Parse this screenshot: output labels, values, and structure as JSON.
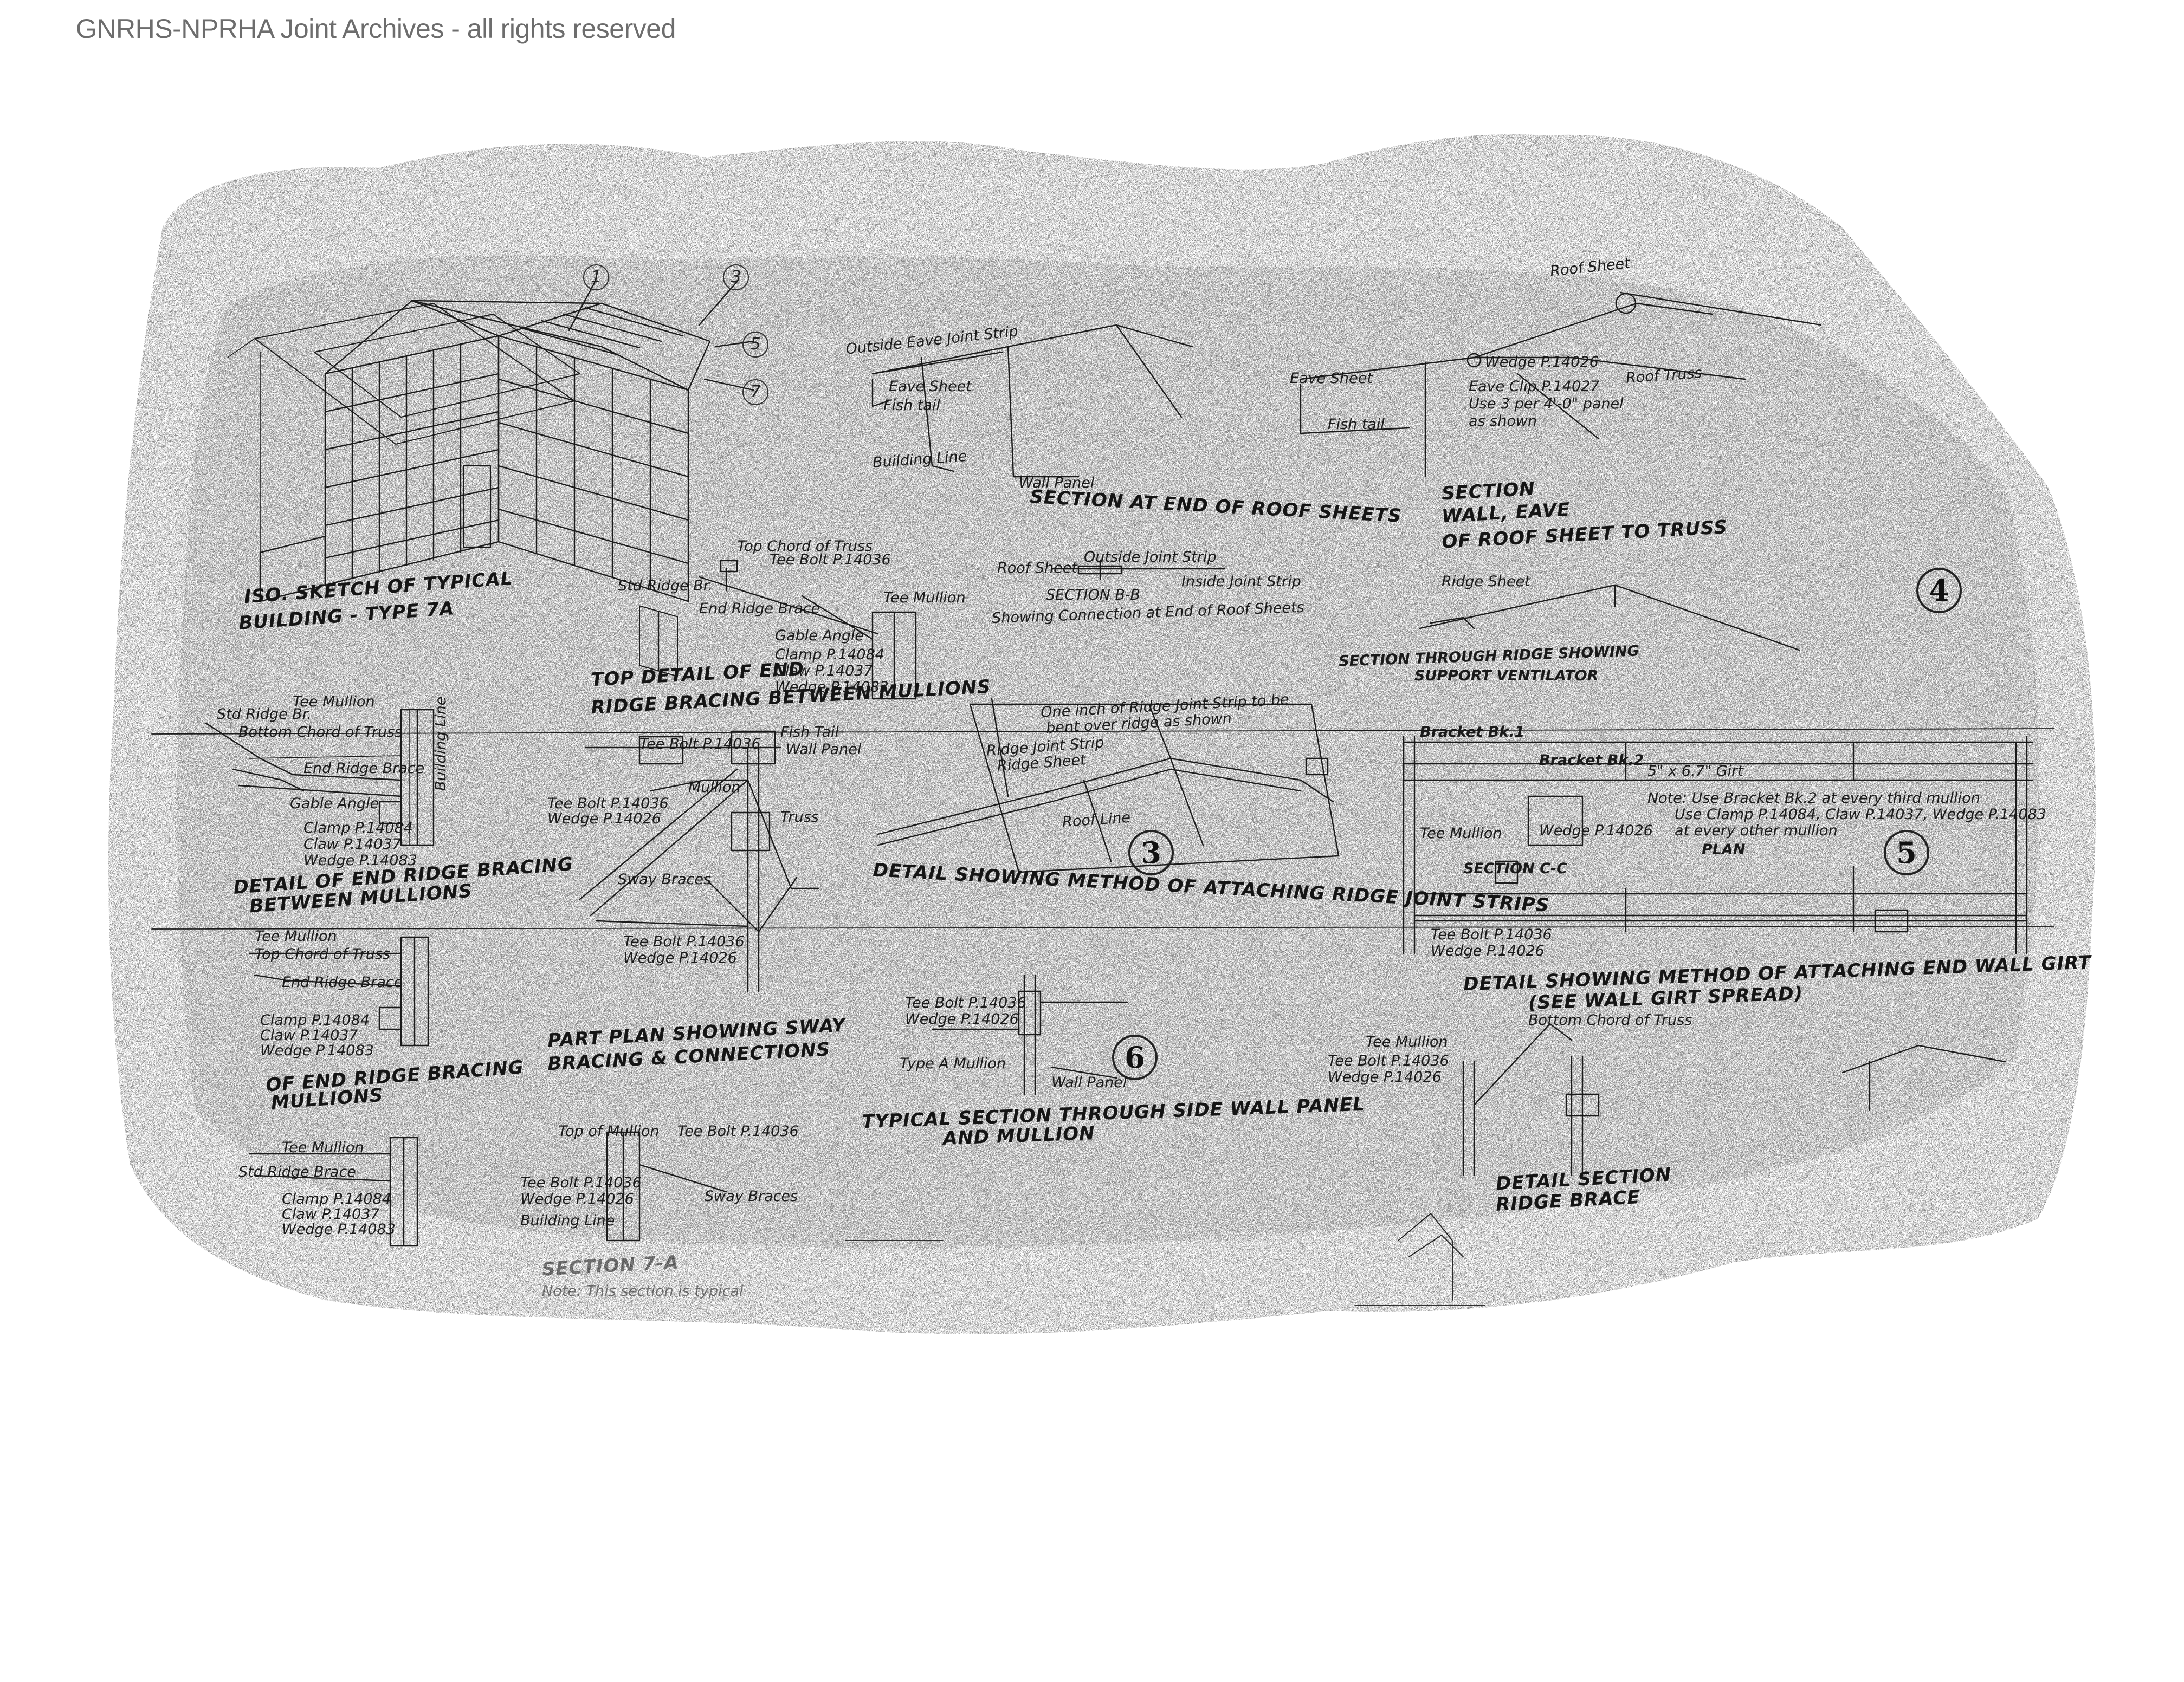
{
  "watermark": "GNRHS-NPRHA Joint Archives - all rights reserved",
  "colors": {
    "ink": "#1a1a1a",
    "paper": "#ffffff",
    "watermark": "#6d6d6d",
    "speckle": "#2b2b2b"
  },
  "titles": {
    "sketch_1": "ISO. SKETCH OF TYPICAL",
    "sketch_2": "BUILDING - TYPE 7A",
    "section_end": "SECTION AT END OF ROOF SHEETS",
    "section_wall_1": "SECTION",
    "section_wall_2": "WALL, EAVE",
    "section_wall_3": "OF ROOF SHEET TO TRUSS",
    "top_detail_1": "TOP DETAIL OF END",
    "top_detail_2": "RIDGE BRACING BETWEEN MULLIONS",
    "detail_end_ridge_1": "DETAIL OF END RIDGE BRACING",
    "detail_end_ridge_2": "BETWEEN MULLIONS",
    "ridge_joint": "DETAIL SHOWING METHOD OF ATTACHING RIDGE JOINT STRIPS",
    "part_plan_1": "PART PLAN SHOWING SWAY",
    "part_plan_2": "BRACING & CONNECTIONS",
    "end_ridge_lower_1": "OF END RIDGE BRACING",
    "end_ridge_lower_2": "MULLIONS",
    "typical_section_1": "TYPICAL SECTION THROUGH SIDE WALL PANEL",
    "typical_section_2": "AND MULLION",
    "detail_attaching_1": "DETAIL SHOWING METHOD OF ATTACHING END WALL GIRT",
    "detail_attaching_2": "(SEE WALL GIRT SPREAD)",
    "detail_section_1": "DETAIL SECTION",
    "detail_section_2": "RIDGE BRACE",
    "section_7a": "SECTION 7-A"
  },
  "detail_numbers": [
    "3",
    "4",
    "5",
    "6"
  ],
  "callouts": [
    "1",
    "3",
    "5",
    "7"
  ],
  "labels": {
    "roof_sheet": "Roof Sheet",
    "outside_eave_joint_strip": "Outside Eave Joint Strip",
    "eave_sheet": "Eave Sheet",
    "fish_tail": "Fish tail",
    "building_line": "Building Line",
    "wall_panel": "Wall Panel",
    "wedge": "Wedge P.14026",
    "eave_clip": "Eave Clip P.14027",
    "use_3_per": "Use 3 per 4'-0\" panel",
    "as_shown": "as shown",
    "roof_truss": "Roof Truss",
    "outside_joint_strip": "Outside Joint Strip",
    "inside_joint_strip": "Inside Joint Strip",
    "section_bb": "SECTION B-B",
    "showing_connection": "Showing Connection at End of Roof Sheets",
    "ridge_sheet": "Ridge Sheet",
    "section_through_ridge": "SECTION THROUGH RIDGE SHOWING",
    "support_ventilator": "SUPPORT VENTILATOR",
    "top_chord_truss": "Top Chord of Truss",
    "tee_bolt": "Tee Bolt P.14036",
    "std_ridge_brace": "Std Ridge Br.",
    "end_ridge_brace": "End Ridge Brace",
    "tee_mullion": "Tee Mullion",
    "gable_angle": "Gable Angle",
    "clamp": "Clamp P.14084",
    "claw": "Claw P.14037",
    "wedge_b": "Wedge P.14083",
    "bottom_chord": "Bottom Chord of Truss",
    "fish_tail_2": "Fish Tail",
    "wall_panel_2": "Wall Panel",
    "mullion": "Mullion",
    "truss": "Truss",
    "sway_braces": "Sway Braces",
    "one_inch": "One inch of Ridge Joint Strip to be",
    "bent_over": "bent over ridge as shown",
    "ridge_joint_strip": "Ridge Joint Strip",
    "roof_line": "Roof Line",
    "bracket_bk1": "Bracket Bk.1",
    "bracket_bk2": "Bracket Bk.2",
    "girt": "5\" x 6.7\" Girt",
    "note_bracket": "Note: Use Bracket Bk.2 at every third mullion",
    "use_clamp": "Use Clamp P.14084, Claw P.14037, Wedge P.14083",
    "every_other": "at every other mullion",
    "plan": "PLAN",
    "section_cc": "SECTION C-C",
    "type_a_mullion": "Type A Mullion",
    "top_of_mullion": "Top of Mullion",
    "std_ridge_brace_2": "Std Ridge Brace",
    "notes": "Note: This section is typical"
  }
}
